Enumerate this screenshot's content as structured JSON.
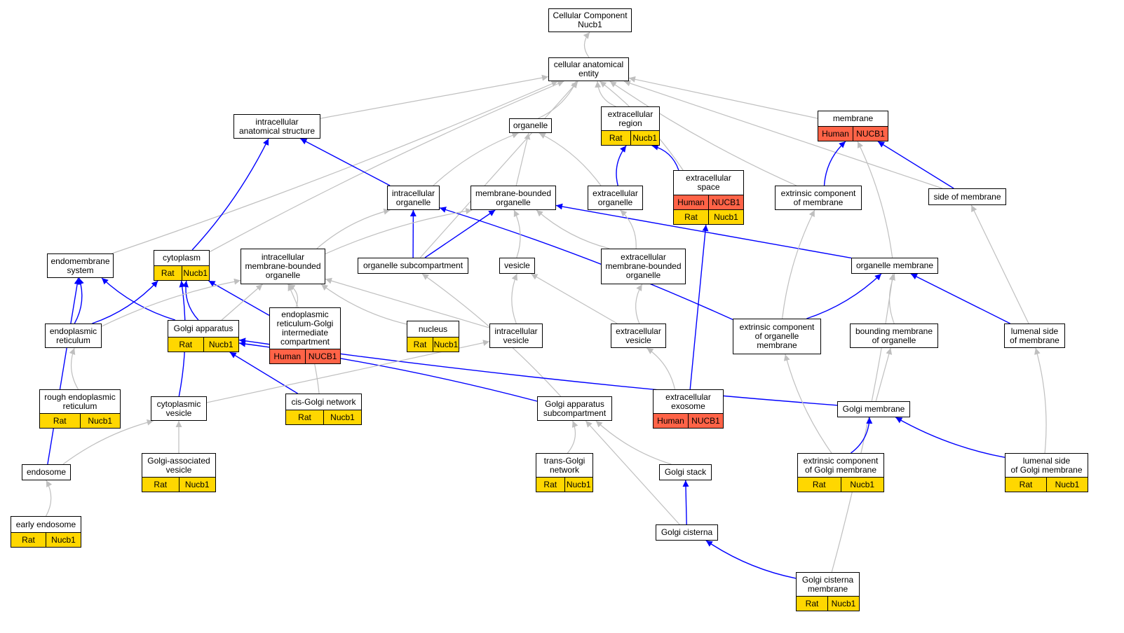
{
  "diagram": {
    "nodes": {
      "root": {
        "label": "Cellular Component\nNucb1"
      },
      "cae": {
        "label": "cellular anatomical\nentity"
      },
      "ias": {
        "label": "intracellular\nanatomical structure"
      },
      "organelle": {
        "label": "organelle"
      },
      "exreg": {
        "label": "extracellular\nregion",
        "tags": [
          {
            "species": "Rat",
            "gene": "Nucb1"
          }
        ]
      },
      "membrane": {
        "label": "membrane",
        "tags": [
          {
            "species": "Human",
            "gene": "NUCB1"
          }
        ]
      },
      "exspace": {
        "label": "extracellular\nspace",
        "tags": [
          {
            "species": "Human",
            "gene": "NUCB1"
          },
          {
            "species": "Rat",
            "gene": "Nucb1"
          }
        ]
      },
      "intorg": {
        "label": "intracellular\norganelle"
      },
      "mborg": {
        "label": "membrane-bounded\norganelle"
      },
      "exorg": {
        "label": "extracellular\norganelle"
      },
      "extcompmem": {
        "label": "extrinsic component\nof membrane"
      },
      "sidemem": {
        "label": "side of membrane"
      },
      "endomem": {
        "label": "endomembrane\nsystem"
      },
      "cytoplasm": {
        "label": "cytoplasm",
        "tags": [
          {
            "species": "Rat",
            "gene": "Nucb1"
          }
        ]
      },
      "imbo": {
        "label": "intracellular\nmembrane-bounded\norganelle"
      },
      "orgsub": {
        "label": "organelle subcompartment"
      },
      "vesicle": {
        "label": "vesicle"
      },
      "exmbo": {
        "label": "extracellular\nmembrane-bounded\norganelle"
      },
      "orgmem": {
        "label": "organelle membrane"
      },
      "er": {
        "label": "endoplasmic\nreticulum"
      },
      "golgi": {
        "label": "Golgi apparatus",
        "tags": [
          {
            "species": "Rat",
            "gene": "Nucb1"
          }
        ]
      },
      "ergic": {
        "label": "endoplasmic\nreticulum-Golgi\nintermediate\ncompartment",
        "tags": [
          {
            "species": "Human",
            "gene": "NUCB1"
          }
        ]
      },
      "nucleus": {
        "label": "nucleus",
        "tags": [
          {
            "species": "Rat",
            "gene": "Nucb1"
          }
        ]
      },
      "intves": {
        "label": "intracellular\nvesicle"
      },
      "exves": {
        "label": "extracellular\nvesicle"
      },
      "extcomporgmem": {
        "label": "extrinsic component\nof organelle\nmembrane"
      },
      "boundmem": {
        "label": "bounding membrane\nof organelle"
      },
      "lumside": {
        "label": "lumenal side\nof membrane"
      },
      "rer": {
        "label": "rough endoplasmic\nreticulum",
        "tags": [
          {
            "species": "Rat",
            "gene": "Nucb1"
          }
        ]
      },
      "cytves": {
        "label": "cytoplasmic\nvesicle"
      },
      "cisgolgi": {
        "label": "cis-Golgi network",
        "tags": [
          {
            "species": "Rat",
            "gene": "Nucb1"
          }
        ]
      },
      "golgisub": {
        "label": "Golgi apparatus\nsubcompartment"
      },
      "exosome": {
        "label": "extracellular\nexosome",
        "tags": [
          {
            "species": "Human",
            "gene": "NUCB1"
          }
        ]
      },
      "golgimem": {
        "label": "Golgi membrane"
      },
      "endosome": {
        "label": "endosome"
      },
      "gav": {
        "label": "Golgi-associated\nvesicle",
        "tags": [
          {
            "species": "Rat",
            "gene": "Nucb1"
          }
        ]
      },
      "transgolgi": {
        "label": "trans-Golgi\nnetwork",
        "tags": [
          {
            "species": "Rat",
            "gene": "Nucb1"
          }
        ]
      },
      "golgistack": {
        "label": "Golgi stack"
      },
      "extcompgolgimem": {
        "label": "extrinsic component\nof Golgi membrane",
        "tags": [
          {
            "species": "Rat",
            "gene": "Nucb1"
          }
        ]
      },
      "lumgolgimem": {
        "label": "lumenal side\nof Golgi membrane",
        "tags": [
          {
            "species": "Rat",
            "gene": "Nucb1"
          }
        ]
      },
      "earlyendo": {
        "label": "early endosome",
        "tags": [
          {
            "species": "Rat",
            "gene": "Nucb1"
          }
        ]
      },
      "golgicist": {
        "label": "Golgi cisterna"
      },
      "golgicistmem": {
        "label": "Golgi cisterna\nmembrane",
        "tags": [
          {
            "species": "Rat",
            "gene": "Nucb1"
          }
        ]
      }
    },
    "edges": [
      [
        "cae",
        "root",
        "is_a"
      ],
      [
        "ias",
        "cae",
        "is_a"
      ],
      [
        "organelle",
        "cae",
        "is_a"
      ],
      [
        "exreg",
        "cae",
        "is_a"
      ],
      [
        "membrane",
        "cae",
        "is_a"
      ],
      [
        "exspace",
        "cae",
        "is_a"
      ],
      [
        "extcompmem",
        "cae",
        "is_a"
      ],
      [
        "sidemem",
        "cae",
        "is_a"
      ],
      [
        "endomem",
        "cae",
        "is_a"
      ],
      [
        "cytoplasm",
        "cae",
        "is_a"
      ],
      [
        "orgsub",
        "cae",
        "is_a"
      ],
      [
        "exspace",
        "exreg",
        "part_of"
      ],
      [
        "exorg",
        "exreg",
        "part_of"
      ],
      [
        "intorg",
        "ias",
        "part_of"
      ],
      [
        "cytoplasm",
        "ias",
        "part_of"
      ],
      [
        "intorg",
        "organelle",
        "is_a"
      ],
      [
        "mborg",
        "organelle",
        "is_a"
      ],
      [
        "exorg",
        "organelle",
        "is_a"
      ],
      [
        "extcompmem",
        "membrane",
        "part_of"
      ],
      [
        "sidemem",
        "membrane",
        "part_of"
      ],
      [
        "orgmem",
        "membrane",
        "is_a"
      ],
      [
        "imbo",
        "intorg",
        "is_a"
      ],
      [
        "orgsub",
        "intorg",
        "part_of"
      ],
      [
        "extcomporgmem",
        "intorg",
        "part_of"
      ],
      [
        "imbo",
        "mborg",
        "is_a"
      ],
      [
        "orgsub",
        "mborg",
        "part_of"
      ],
      [
        "vesicle",
        "mborg",
        "is_a"
      ],
      [
        "exmbo",
        "mborg",
        "is_a"
      ],
      [
        "orgmem",
        "mborg",
        "part_of"
      ],
      [
        "exmbo",
        "exorg",
        "is_a"
      ],
      [
        "extcomporgmem",
        "extcompmem",
        "is_a"
      ],
      [
        "lumside",
        "sidemem",
        "is_a"
      ],
      [
        "er",
        "endomem",
        "part_of"
      ],
      [
        "golgi",
        "endomem",
        "part_of"
      ],
      [
        "endosome",
        "endomem",
        "part_of"
      ],
      [
        "er",
        "cytoplasm",
        "part_of"
      ],
      [
        "golgi",
        "cytoplasm",
        "part_of"
      ],
      [
        "ergic",
        "cytoplasm",
        "part_of"
      ],
      [
        "cytves",
        "cytoplasm",
        "part_of"
      ],
      [
        "er",
        "imbo",
        "is_a"
      ],
      [
        "golgi",
        "imbo",
        "is_a"
      ],
      [
        "ergic",
        "imbo",
        "is_a"
      ],
      [
        "nucleus",
        "imbo",
        "is_a"
      ],
      [
        "intves",
        "imbo",
        "is_a"
      ],
      [
        "cisgolgi",
        "imbo",
        "is_a"
      ],
      [
        "intves",
        "vesicle",
        "is_a"
      ],
      [
        "exves",
        "vesicle",
        "is_a"
      ],
      [
        "golgisub",
        "orgsub",
        "is_a"
      ],
      [
        "exves",
        "exmbo",
        "is_a"
      ],
      [
        "exosome",
        "exspace",
        "part_of"
      ],
      [
        "extcomporgmem",
        "orgmem",
        "part_of"
      ],
      [
        "boundmem",
        "orgmem",
        "is_a"
      ],
      [
        "lumside",
        "orgmem",
        "part_of"
      ],
      [
        "golgicistmem",
        "orgmem",
        "is_a"
      ],
      [
        "rer",
        "er",
        "is_a"
      ],
      [
        "cisgolgi",
        "golgi",
        "part_of"
      ],
      [
        "golgisub",
        "golgi",
        "part_of"
      ],
      [
        "golgimem",
        "golgi",
        "part_of"
      ],
      [
        "cytves",
        "intves",
        "is_a"
      ],
      [
        "exosome",
        "exves",
        "is_a"
      ],
      [
        "extcompgolgimem",
        "extcomporgmem",
        "is_a"
      ],
      [
        "golgimem",
        "boundmem",
        "is_a"
      ],
      [
        "lumgolgimem",
        "lumside",
        "is_a"
      ],
      [
        "endosome",
        "cytves",
        "is_a"
      ],
      [
        "gav",
        "cytves",
        "is_a"
      ],
      [
        "transgolgi",
        "golgisub",
        "is_a"
      ],
      [
        "golgistack",
        "golgisub",
        "is_a"
      ],
      [
        "golgicist",
        "golgisub",
        "is_a"
      ],
      [
        "extcompgolgimem",
        "golgimem",
        "part_of"
      ],
      [
        "lumgolgimem",
        "golgimem",
        "part_of"
      ],
      [
        "golgicist",
        "golgistack",
        "part_of"
      ],
      [
        "earlyendo",
        "endosome",
        "is_a"
      ],
      [
        "golgicistmem",
        "golgicist",
        "part_of"
      ]
    ]
  },
  "colors": {
    "is_a": "#bfbfbf",
    "part_of": "#0000ff",
    "Rat": "#ffd700",
    "Human": "#ff6347"
  }
}
